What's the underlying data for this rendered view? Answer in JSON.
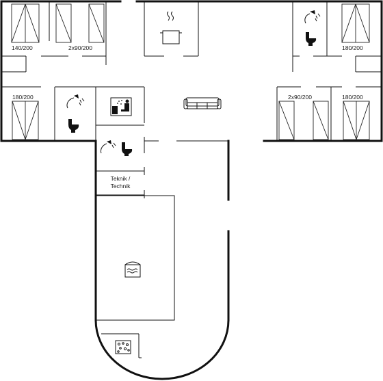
{
  "rooms": {
    "bedroom_top_left": {
      "bed_label": "140/200"
    },
    "bedroom_top_mid": {
      "bed_label": "2x90/200"
    },
    "bedroom_top_right": {
      "bed_label": "180/200"
    },
    "bedroom_mid_left": {
      "bed_label": "180/200"
    },
    "bedroom_mid_right_a": {
      "bed_label": "2x90/200"
    },
    "bedroom_mid_right_b": {
      "bed_label": "180/200"
    },
    "technical_room": {
      "label_line1": "Teknik /",
      "label_line2": "Technik"
    }
  },
  "icons": {
    "kitchen": "cooking-pot-icon",
    "bathroom": "shower-toilet-icon",
    "sauna": "sauna-icon",
    "living": "sofa-icon",
    "pool": "pool-icon",
    "spa": "whirlpool-icon"
  }
}
